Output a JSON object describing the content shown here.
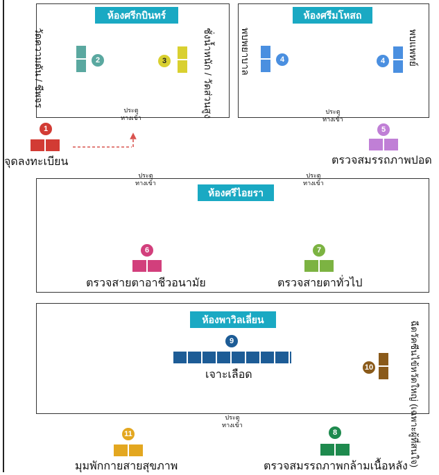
{
  "rooms": {
    "room_a": "ห้องศรีกบินทร์",
    "room_b": "ห้องศรีมโหสถ",
    "room_c": "ห้องศรีไอยรา",
    "room_d": "ห้องพาวิลเลี่ยน"
  },
  "door_text": {
    "line1": "ประตู",
    "line2": "ทางเข้า"
  },
  "stations": [
    {
      "number": "1",
      "label": "จุดลงทะเบียน",
      "color": "#d23b34"
    },
    {
      "number": "2",
      "label": "วัดความดัน / ชีพจร",
      "color": "#5aa8a0"
    },
    {
      "number": "3",
      "label": "ชั่งน้ำหนัก / วัดส่วนสูง",
      "color": "#d9d030"
    },
    {
      "number": "4",
      "label": "พบพยาบาล",
      "color": "#4a8fe0"
    },
    {
      "number": "4",
      "label": "พบแพทย์",
      "color": "#4a8fe0"
    },
    {
      "number": "5",
      "label": "ตรวจสมรรถภาพปอด",
      "color": "#c07fd6"
    },
    {
      "number": "6",
      "label": "ตรวจสายตาอาชีวอนามัย",
      "color": "#d23f7c"
    },
    {
      "number": "7",
      "label": "ตรวจสายตาทั่วไป",
      "color": "#7cb342"
    },
    {
      "number": "8",
      "label": "ตรวจสมรรถภาพกล้ามเนื้อหลัง",
      "color": "#1e8a4e"
    },
    {
      "number": "9",
      "label": "เจาะเลือด",
      "color": "#1d5c96"
    },
    {
      "number": "10",
      "label": "ฉีดวัคซีนไข้หวัดใหญ่ (เฉพาะผู้ที่สนใจ)",
      "color": "#8a5a1a"
    },
    {
      "number": "11",
      "label": "มุมพักกายสายสุขภาพ",
      "color": "#e3a720"
    }
  ],
  "colors": {
    "title_bg": "#1aa9c3",
    "arrow": "#d9534f"
  }
}
